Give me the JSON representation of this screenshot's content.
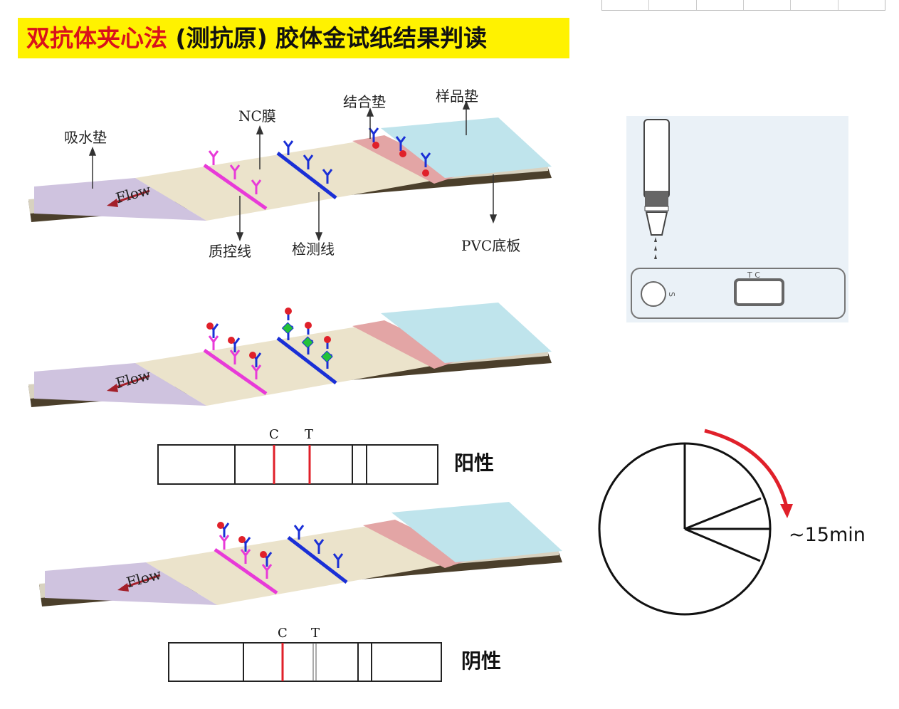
{
  "title": {
    "highlight": "双抗体夹心法",
    "rest": " (测抗原) 胶体金试纸结果判读"
  },
  "labels": {
    "absorbent_pad": "吸水垫",
    "nc_membrane": "NC膜",
    "conjugate_pad": "结合垫",
    "sample_pad": "样品垫",
    "control_line": "质控线",
    "test_line": "检测线",
    "pvc_backing": "PVC底板",
    "flow": "Flow"
  },
  "results": {
    "positive": {
      "label": "阳性",
      "c": "C",
      "t": "T"
    },
    "negative": {
      "label": "阴性",
      "c": "C",
      "t": "T"
    }
  },
  "device": {
    "sample_mark": "S",
    "window_mark": "T C"
  },
  "timer": {
    "label": "~15min"
  },
  "colors": {
    "title_bg": "#fff200",
    "title_red": "#d9121b",
    "control": "#e83ad8",
    "test": "#1a2fd6",
    "line_red": "#e0202a"
  }
}
